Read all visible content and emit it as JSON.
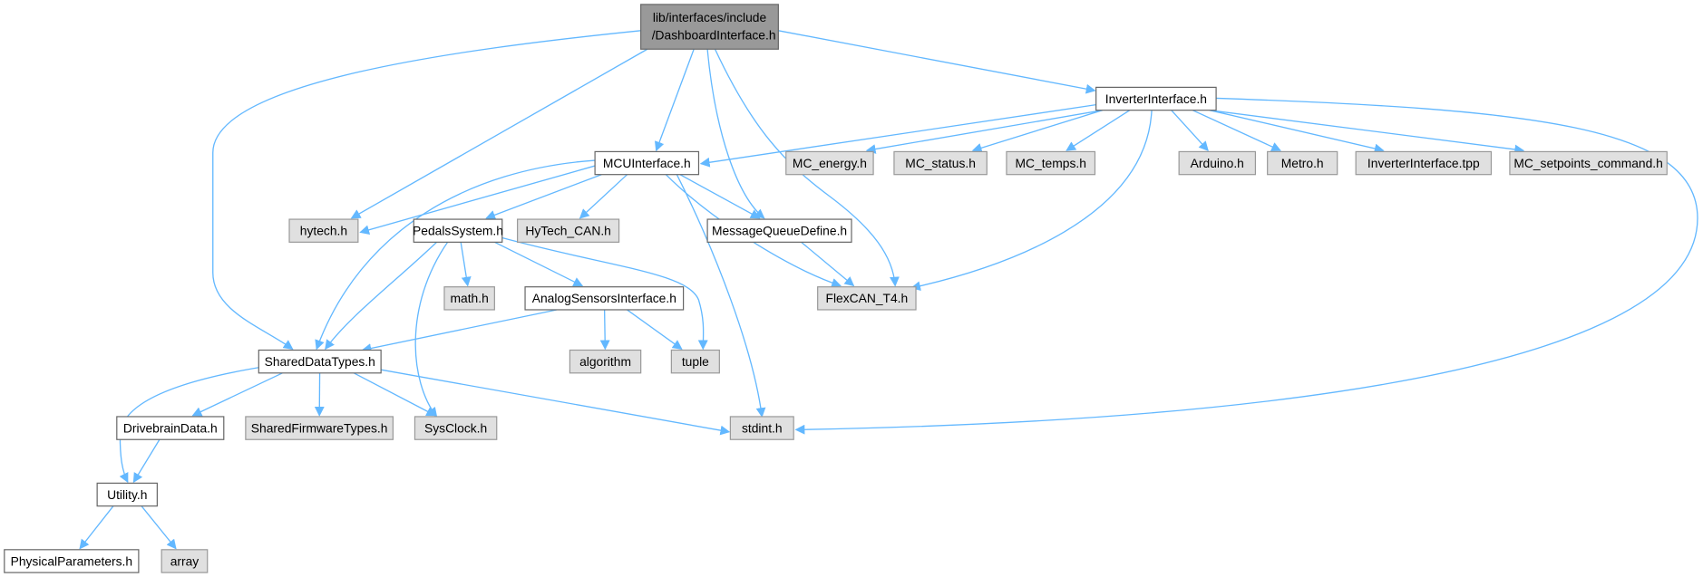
{
  "graph": {
    "root": {
      "id": "root",
      "line1": "lib/interfaces/include",
      "line2": "/DashboardInterface.h"
    },
    "colors": {
      "edge": "#63b8ff",
      "root_fill": "#999999",
      "doc_fill": "#ffffff",
      "ext_fill": "#e0e0e0",
      "doc_stroke": "#666666",
      "ext_stroke": "#999999"
    },
    "nodes": [
      {
        "id": "inv",
        "label": "InverterInterface.h",
        "kind": "doc"
      },
      {
        "id": "mcu",
        "label": "MCUInterface.h",
        "kind": "doc"
      },
      {
        "id": "mce",
        "label": "MC_energy.h",
        "kind": "ext"
      },
      {
        "id": "mcs",
        "label": "MC_status.h",
        "kind": "ext"
      },
      {
        "id": "mct",
        "label": "MC_temps.h",
        "kind": "ext"
      },
      {
        "id": "ard",
        "label": "Arduino.h",
        "kind": "ext"
      },
      {
        "id": "met",
        "label": "Metro.h",
        "kind": "ext"
      },
      {
        "id": "tpp",
        "label": "InverterInterface.tpp",
        "kind": "ext"
      },
      {
        "id": "msp",
        "label": "MC_setpoints_command.h",
        "kind": "ext"
      },
      {
        "id": "hyt",
        "label": "hytech.h",
        "kind": "ext"
      },
      {
        "id": "ped",
        "label": "PedalsSystem.h",
        "kind": "doc"
      },
      {
        "id": "hcan",
        "label": "HyTech_CAN.h",
        "kind": "ext"
      },
      {
        "id": "mqd",
        "label": "MessageQueueDefine.h",
        "kind": "doc"
      },
      {
        "id": "math",
        "label": "math.h",
        "kind": "ext"
      },
      {
        "id": "asi",
        "label": "AnalogSensorsInterface.h",
        "kind": "doc"
      },
      {
        "id": "flex",
        "label": "FlexCAN_T4.h",
        "kind": "ext"
      },
      {
        "id": "sdt",
        "label": "SharedDataTypes.h",
        "kind": "doc"
      },
      {
        "id": "alg",
        "label": "algorithm",
        "kind": "ext"
      },
      {
        "id": "tup",
        "label": "tuple",
        "kind": "ext"
      },
      {
        "id": "dbd",
        "label": "DrivebrainData.h",
        "kind": "doc"
      },
      {
        "id": "sfw",
        "label": "SharedFirmwareTypes.h",
        "kind": "ext"
      },
      {
        "id": "sys",
        "label": "SysClock.h",
        "kind": "ext"
      },
      {
        "id": "std",
        "label": "stdint.h",
        "kind": "ext"
      },
      {
        "id": "utl",
        "label": "Utility.h",
        "kind": "doc"
      },
      {
        "id": "phy",
        "label": "PhysicalParameters.h",
        "kind": "doc"
      },
      {
        "id": "arr",
        "label": "array",
        "kind": "ext"
      }
    ],
    "edges": [
      [
        "root",
        "sdt"
      ],
      [
        "root",
        "hyt"
      ],
      [
        "root",
        "mcu"
      ],
      [
        "root",
        "mqd"
      ],
      [
        "root",
        "flex"
      ],
      [
        "root",
        "inv"
      ],
      [
        "inv",
        "mcu"
      ],
      [
        "inv",
        "mce"
      ],
      [
        "inv",
        "mcs"
      ],
      [
        "inv",
        "mct"
      ],
      [
        "inv",
        "flex"
      ],
      [
        "inv",
        "ard"
      ],
      [
        "inv",
        "met"
      ],
      [
        "inv",
        "tpp"
      ],
      [
        "inv",
        "msp"
      ],
      [
        "inv",
        "std"
      ],
      [
        "mcu",
        "hyt"
      ],
      [
        "mcu",
        "ped"
      ],
      [
        "mcu",
        "hcan"
      ],
      [
        "mcu",
        "mqd"
      ],
      [
        "mcu",
        "flex"
      ],
      [
        "mcu",
        "std"
      ],
      [
        "mcu",
        "sdt"
      ],
      [
        "ped",
        "math"
      ],
      [
        "ped",
        "asi"
      ],
      [
        "ped",
        "tup"
      ],
      [
        "ped",
        "sdt"
      ],
      [
        "ped",
        "sys"
      ],
      [
        "asi",
        "sdt"
      ],
      [
        "asi",
        "alg"
      ],
      [
        "asi",
        "tup"
      ],
      [
        "mqd",
        "flex"
      ],
      [
        "sdt",
        "utl"
      ],
      [
        "sdt",
        "dbd"
      ],
      [
        "sdt",
        "sfw"
      ],
      [
        "sdt",
        "sys"
      ],
      [
        "sdt",
        "std"
      ],
      [
        "dbd",
        "utl"
      ],
      [
        "utl",
        "phy"
      ],
      [
        "utl",
        "arr"
      ]
    ]
  }
}
